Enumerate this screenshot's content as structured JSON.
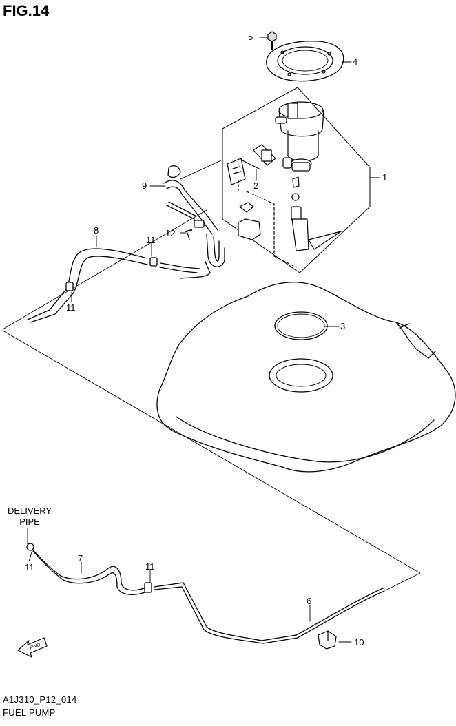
{
  "figure": {
    "title": "FIG.14"
  },
  "callouts": {
    "c1": "1",
    "c2": "2",
    "c3": "3",
    "c4": "4",
    "c5": "5",
    "c6": "6",
    "c7": "7",
    "c8": "8",
    "c9": "9",
    "c10": "10",
    "c11a": "11",
    "c11b": "11",
    "c11c": "11",
    "c11d": "11",
    "c12": "12"
  },
  "notes": {
    "delivery_line1": "DELIVERY",
    "delivery_line2": "PIPE",
    "fwd": "FWD"
  },
  "footer": {
    "code": "A1J310_P12_014",
    "name": "FUEL PUMP"
  }
}
